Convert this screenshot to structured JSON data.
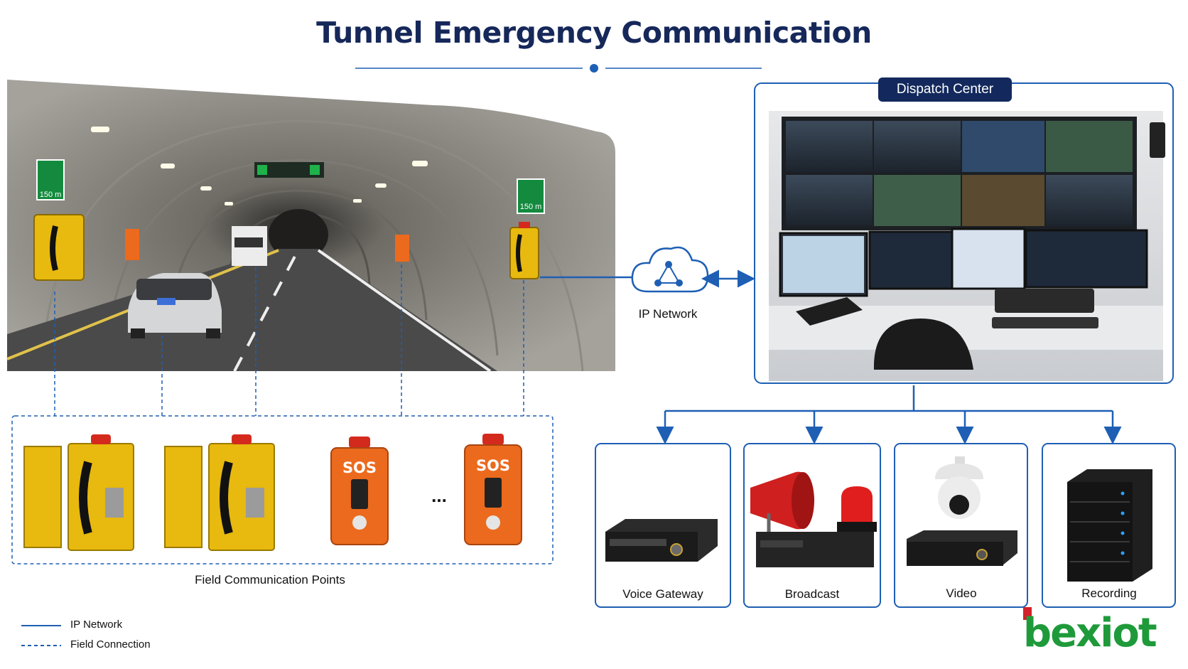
{
  "title": "Tunnel Emergency Communication",
  "dispatch_center": {
    "label": "Dispatch Center"
  },
  "network": {
    "label": "IP Network",
    "icon": "cloud-network-icon"
  },
  "field": {
    "caption": "Field Communication Points",
    "ellipsis": "...",
    "devices": [
      {
        "type": "yellow-emergency-telephone"
      },
      {
        "type": "yellow-emergency-telephone"
      },
      {
        "type": "orange-sos-callbox",
        "label": "SOS"
      },
      {
        "type": "orange-sos-callbox",
        "label": "SOS"
      }
    ]
  },
  "tunnel": {
    "sign_distance": "150 m",
    "sign_distance_right": "150 m"
  },
  "outputs": [
    {
      "label": "Voice Gateway",
      "icon": "voice-gateway-icon"
    },
    {
      "label": "Broadcast",
      "icon": "broadcast-horn-icon"
    },
    {
      "label": "Video",
      "icon": "ptz-camera-icon"
    },
    {
      "label": "Recording",
      "icon": "recording-storage-icon"
    }
  ],
  "legend": [
    {
      "label": "IP Network",
      "style": "solid"
    },
    {
      "label": "Field Connection",
      "style": "dashed"
    }
  ],
  "logo": {
    "text": "bexiot"
  },
  "colors": {
    "primary": "#1e5fb4",
    "title": "#16285a",
    "badge": "#13295d",
    "phone_yellow": "#e8b90e",
    "sos_orange": "#ec6a1d",
    "logo_green": "#1f9a3a",
    "logo_red": "#d4202a"
  }
}
